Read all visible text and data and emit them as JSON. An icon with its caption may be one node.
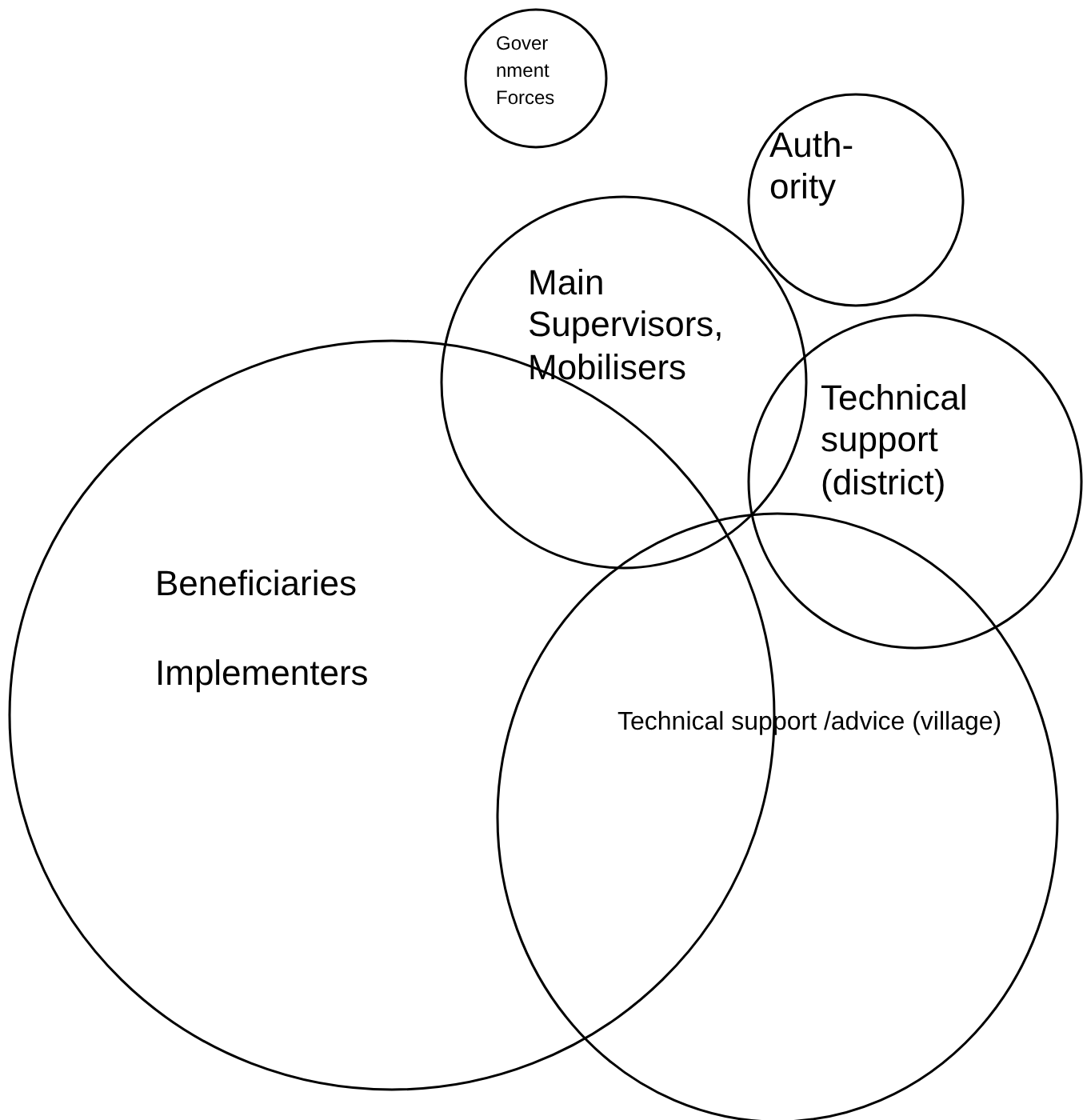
{
  "diagram": {
    "nodes": [
      {
        "text": [
          "Gover nment Forces"
        ]
      },
      {
        "text": [
          "Auth- ority"
        ]
      },
      {
        "text": [
          "Main Supervisors, Mobilisers"
        ]
      },
      {
        "text": [
          "Technical support (district)"
        ]
      },
      {
        "text": [
          "Beneficiaries",
          "Implementers"
        ]
      },
      {
        "text": [
          "Technical support /advice (village)"
        ]
      }
    ]
  }
}
